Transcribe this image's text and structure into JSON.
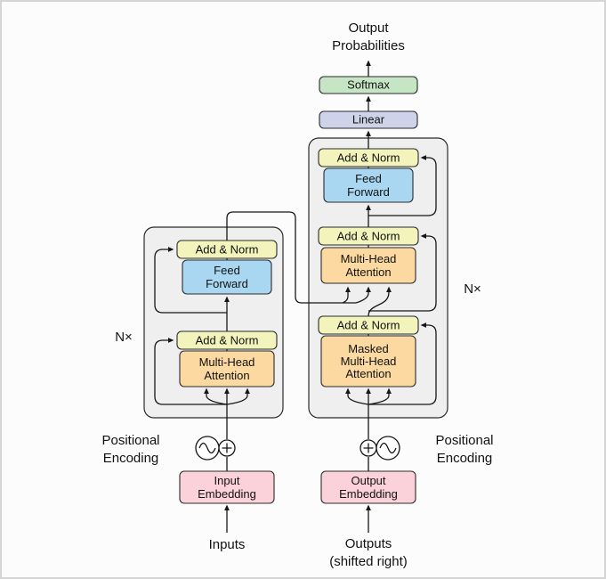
{
  "diagram": {
    "title_lines": [
      "Output",
      "Probabilities"
    ],
    "softmax": "Softmax",
    "linear": "Linear",
    "add_norm": "Add & Norm",
    "feed_forward_lines": [
      "Feed",
      "Forward"
    ],
    "mha_lines": [
      "Multi-Head",
      "Attention"
    ],
    "masked_mha_lines": [
      "Masked",
      "Multi-Head",
      "Attention"
    ],
    "input_embedding_lines": [
      "Input",
      "Embedding"
    ],
    "output_embedding_lines": [
      "Output",
      "Embedding"
    ],
    "inputs": "Inputs",
    "outputs": "Outputs",
    "shifted_right": "(shifted right)",
    "positional_lines": [
      "Positional",
      "Encoding"
    ],
    "n_times": "N×"
  },
  "colors": {
    "add_norm": "#f2f4bc",
    "feed_forward": "#a9d7f1",
    "attention": "#fcd9a0",
    "embedding": "#fbd1da",
    "softmax": "#c6e5c4",
    "linear": "#cdd3e8",
    "block_fill": "#efefef",
    "arrow": "#161616"
  }
}
